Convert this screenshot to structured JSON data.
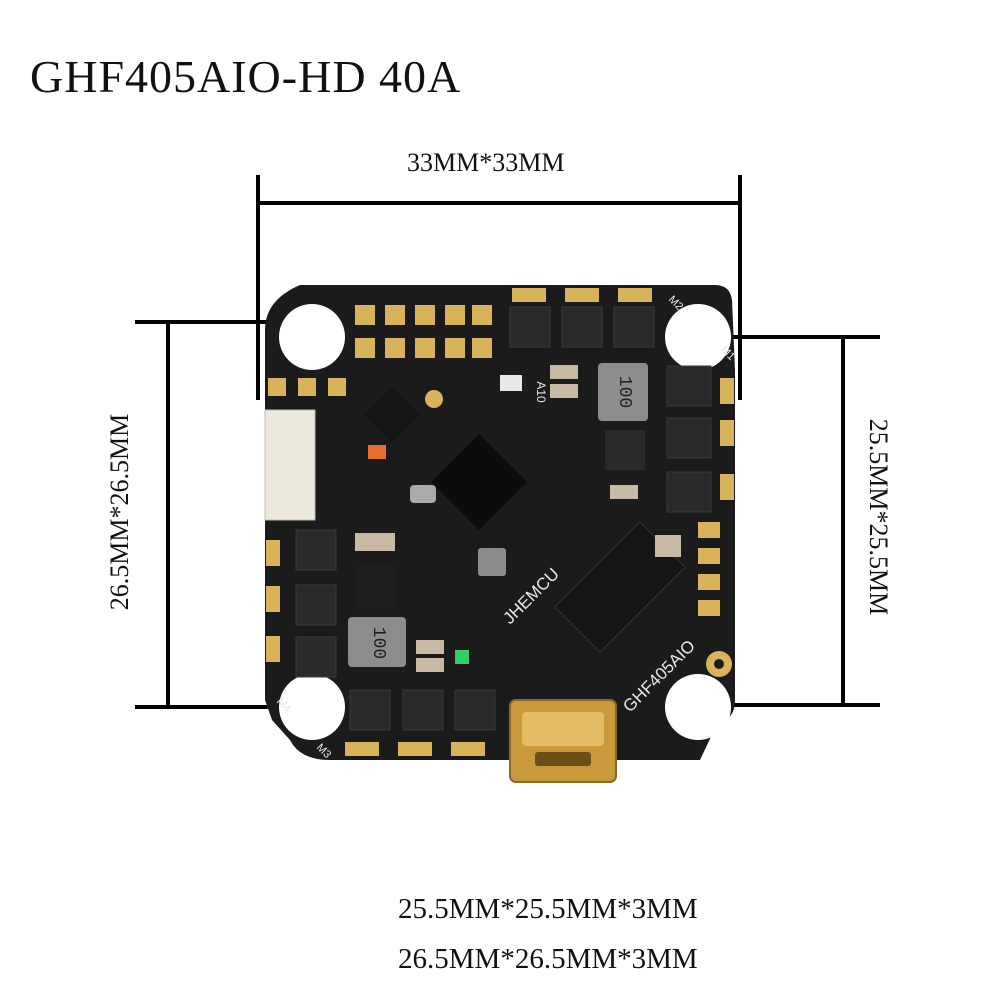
{
  "title": "GHF405AIO-HD  40A",
  "dimensions": {
    "outer": "33MM*33MM",
    "left": "26.5MM*26.5MM",
    "right": "25.5MM*25.5MM"
  },
  "specs": [
    "25.5MM*25.5MM*3MM",
    "26.5MM*26.5MM*3MM"
  ],
  "board": {
    "brand_silk": "JHEMCU",
    "model_silk": "GHF405AIO",
    "inductor_label": "100",
    "chip_label": "A10",
    "motor_labels": [
      "M1",
      "M2",
      "M3",
      "M4"
    ],
    "colors": {
      "pcb": "#1b1b1b",
      "gold": "#d9b35a",
      "chip": "#0c0c0c",
      "connector": "#ece8dc"
    }
  }
}
